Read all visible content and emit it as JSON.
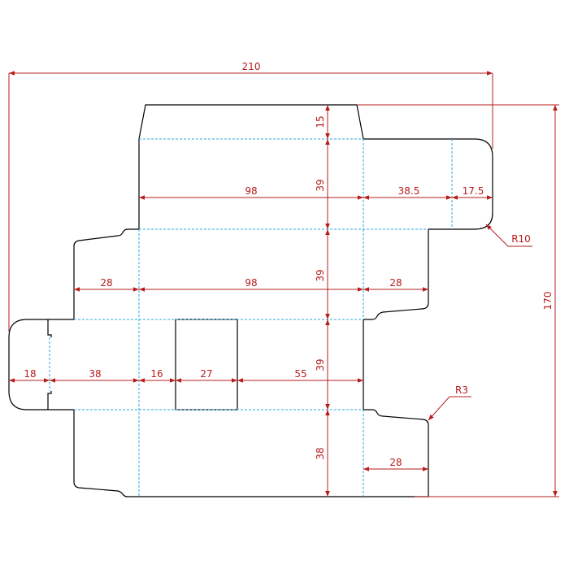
{
  "colors": {
    "cut_line": "#000000",
    "fold_line": "#29a8e0",
    "dimension": "#b71c1c"
  },
  "dimensions": {
    "overall_width": "210",
    "overall_height": "170",
    "top_flap_height": "15",
    "top_panel_height": "39",
    "panel_width": "98",
    "right_flap_width": "38.5",
    "right_flap_tab": "17.5",
    "corner_radius_large": "R10",
    "middle_panel_height": "39",
    "side_flap_left": "28",
    "side_flap_right": "28",
    "lower_panel_height": "39",
    "glue_tab": "18",
    "left_panel": "38",
    "gap": "16",
    "window_width": "27",
    "right_section": "55",
    "corner_radius_small": "R3",
    "bottom_panel_height": "38",
    "bottom_flap": "28"
  }
}
